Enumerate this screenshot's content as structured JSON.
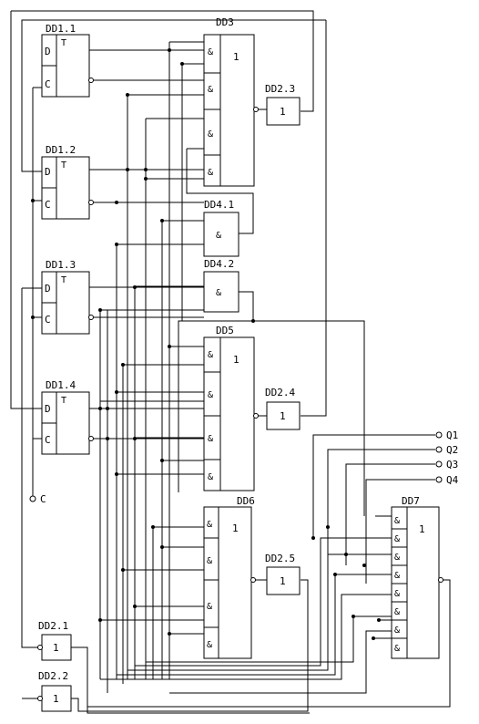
{
  "labels": {
    "dd1_1": "DD1.1",
    "dd1_2": "DD1.2",
    "dd1_3": "DD1.3",
    "dd1_4": "DD1.4",
    "dd2_1": "DD2.1",
    "dd2_2": "DD2.2",
    "dd2_3": "DD2.3",
    "dd2_4": "DD2.4",
    "dd2_5": "DD2.5",
    "dd3": "DD3",
    "dd4_1": "DD4.1",
    "dd4_2": "DD4.2",
    "dd5": "DD5",
    "dd6": "DD6",
    "dd7": "DD7"
  },
  "symbols": {
    "d": "D",
    "c": "C",
    "t": "T",
    "and": "&",
    "or": "1",
    "not": "1"
  },
  "outputs": [
    "Q1",
    "Q2",
    "Q3",
    "Q4"
  ],
  "clock_input": "C"
}
